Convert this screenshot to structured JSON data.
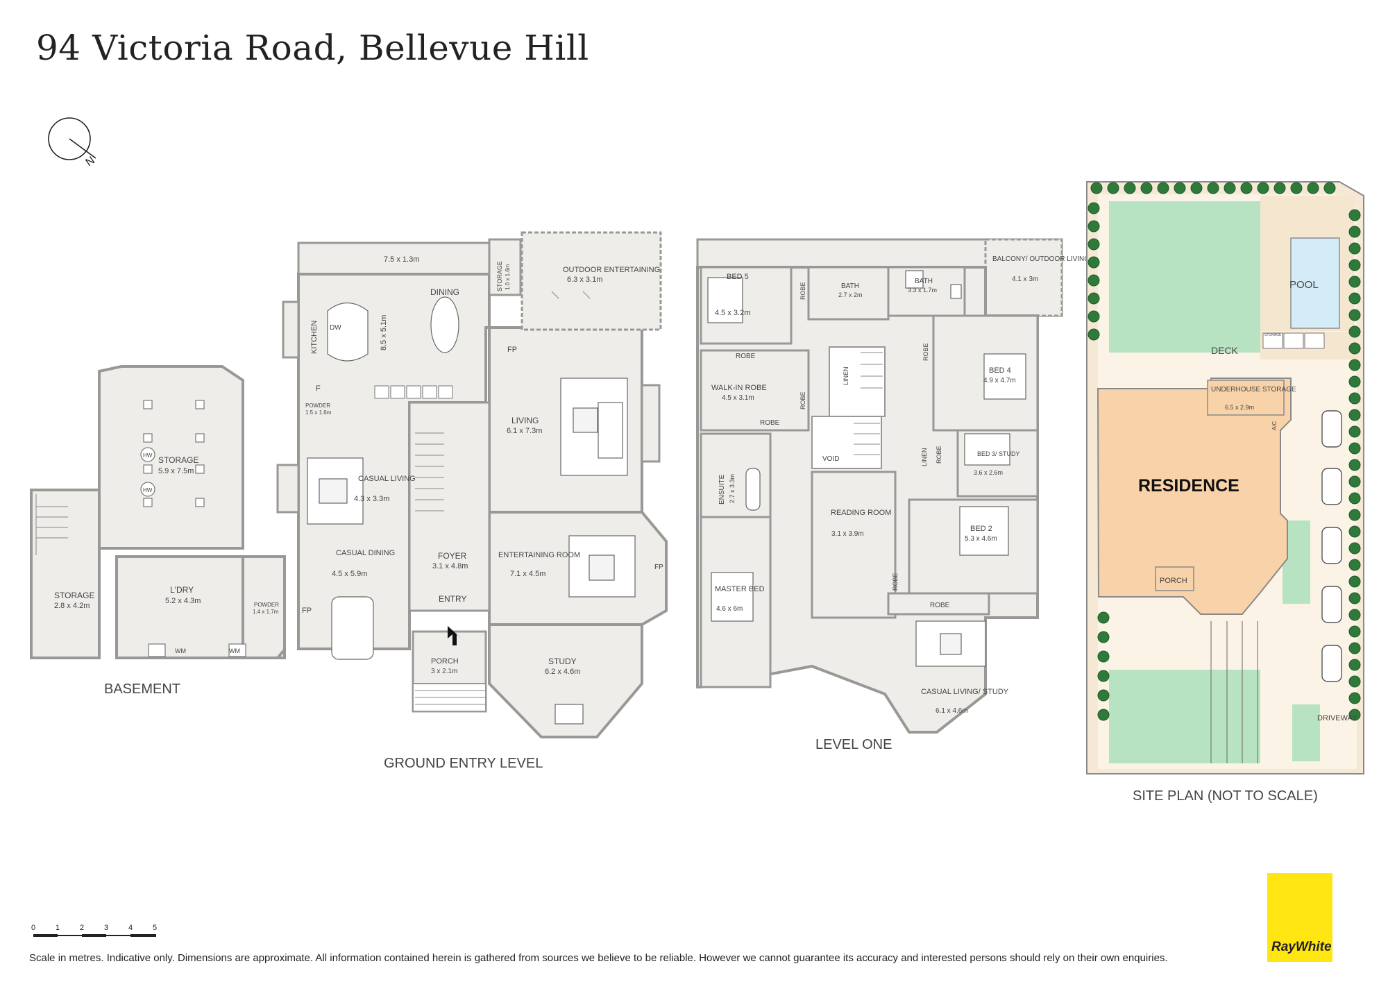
{
  "title": "94 Victoria Road, Bellevue Hill",
  "compass": {
    "label": "N"
  },
  "levels": {
    "basement": "BASEMENT",
    "ground": "GROUND ENTRY LEVEL",
    "level_one": "LEVEL ONE",
    "site": "SITE PLAN (NOT TO SCALE)"
  },
  "basement_rooms": {
    "storage_main": {
      "name": "STORAGE",
      "dims": "5.9 x 7.5m"
    },
    "storage_small": {
      "name": "STORAGE",
      "dims": "2.8 x 4.2m"
    },
    "laundry": {
      "name": "L'DRY",
      "dims": "5.2 x 4.3m"
    },
    "powder": {
      "name": "POWDER",
      "dims": "1.4 x 1.7m"
    },
    "hw1": "HW",
    "hw2": "HW",
    "wm1": "WM",
    "wm2": "WM"
  },
  "ground_rooms": {
    "terrace": {
      "dims": "7.5 x 1.3m"
    },
    "dining": {
      "name": "DINING"
    },
    "kitchen": {
      "name": "KITCHEN",
      "dims": "8.5 x 5.1m"
    },
    "dw": "DW",
    "f": "F",
    "powder": {
      "name": "POWDER",
      "dims": "1.5 x 1.6m"
    },
    "storage": {
      "name": "STORAGE",
      "dims": "1.0 x 1.6m"
    },
    "outdoor": {
      "name": "OUTDOOR ENTERTAINING",
      "dims": "6.3 x 3.1m"
    },
    "fp1": "FP",
    "living": {
      "name": "LIVING",
      "dims": "6.1 x 7.3m"
    },
    "casual_living": {
      "name": "CASUAL LIVING",
      "dims": "4.3 x 3.3m"
    },
    "casual_dining": {
      "name": "CASUAL DINING",
      "dims": "4.5 x 5.9m"
    },
    "fp2": "FP",
    "foyer": {
      "name": "FOYER",
      "dims": "3.1 x 4.8m"
    },
    "entertaining": {
      "name": "ENTERTAINING ROOM",
      "dims": "7.1 x 4.5m"
    },
    "fp3": "FP",
    "entry": {
      "name": "ENTRY"
    },
    "porch": {
      "name": "PORCH",
      "dims": "3 x 2.1m"
    },
    "study": {
      "name": "STUDY",
      "dims": "6.2 x 4.6m"
    }
  },
  "level_one_rooms": {
    "bed5": {
      "name": "BED 5",
      "dims": "4.5 x 3.2m"
    },
    "robe1": "ROBE",
    "bath1": {
      "name": "BATH",
      "dims": "2.7 x 2m"
    },
    "bath2": {
      "name": "BATH",
      "dims": "3.3 x 1.7m"
    },
    "balcony": {
      "name": "BALCONY/ OUTDOOR LIVING",
      "dims": "4.1 x 3m"
    },
    "robe2": "ROBE",
    "walkin": {
      "name": "WALK-IN ROBE",
      "dims": "4.5 x 3.1m"
    },
    "robe3": "ROBE",
    "robe4": "ROBE",
    "linen1": "LINEN",
    "robe5": "ROBE",
    "bed4": {
      "name": "BED 4",
      "dims": "4.9 x 4.7m"
    },
    "void": "VOID",
    "ensuite": {
      "name": "ENSUITE",
      "dims": "2.7 x 3.3m"
    },
    "linen2": "LINEN",
    "robe6": "ROBE",
    "bed3": {
      "name": "BED 3/ STUDY",
      "dims": "3.6 x 2.6m"
    },
    "reading": {
      "name": "READING ROOM",
      "dims": "3.1 x 3.9m"
    },
    "bed2": {
      "name": "BED 2",
      "dims": "5.3 x 4.6m"
    },
    "robe7": "ROBE",
    "robe8": "ROBE",
    "master": {
      "name": "MASTER BED",
      "dims": "4.6 x 6m"
    },
    "casual_study": {
      "name": "CASUAL LIVING/ STUDY",
      "dims": "6.1 x 4.6m"
    }
  },
  "site": {
    "pool": "POOL",
    "deck": "DECK",
    "storage_row": "STORAGE",
    "underhouse": {
      "name": "UNDERHOUSE STORAGE",
      "dims": "6.5 x 2.9m"
    },
    "residence": "RESIDENCE",
    "porch": "PORCH",
    "driveway": "DRIVEWAY",
    "ac": "A/C"
  },
  "scale": {
    "ticks": [
      "0",
      "1",
      "2",
      "3",
      "4",
      "5"
    ]
  },
  "footer": "Scale in metres. Indicative only. Dimensions are approximate. All information contained herein is gathered from sources we believe to be reliable. However we cannot guarantee its accuracy and interested persons should rely on their own enquiries.",
  "brand": {
    "name": "RayWhite",
    "color": "#ffe512"
  },
  "colors": {
    "floor": "#efede9",
    "wall": "#9a9896",
    "lawn": "#b8e3c2",
    "residence": "#f8d2a8",
    "pool": "#d4ecf7",
    "tree": "#2f7a3a"
  }
}
